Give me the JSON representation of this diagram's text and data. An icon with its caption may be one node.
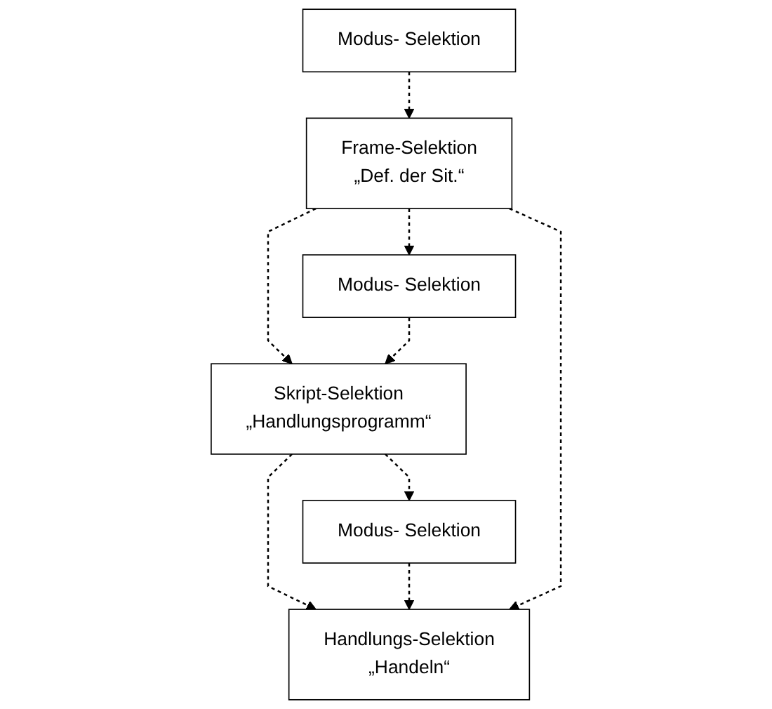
{
  "diagram": {
    "nodes": [
      {
        "text": [
          "Modus- Selektion"
        ]
      },
      {
        "text": [
          "Frame-Selektion",
          "„Def. der Sit.“"
        ]
      },
      {
        "text": [
          "Modus- Selektion"
        ]
      },
      {
        "text": [
          "Skript-Selektion",
          "„Handlungsprogramm“"
        ]
      },
      {
        "text": [
          "Modus- Selektion"
        ]
      },
      {
        "text": [
          "Handlungs-Selektion",
          "„Handeln“"
        ]
      }
    ],
    "edges": [
      {
        "from": 0,
        "to": 1,
        "arrow": "to",
        "style": "dashed"
      },
      {
        "from": 1,
        "to": 2,
        "arrow": "to",
        "style": "dashed"
      },
      {
        "from": 1,
        "to": 3,
        "arrow": "to",
        "style": "dashed"
      },
      {
        "from": 2,
        "to": 3,
        "arrow": "to",
        "style": "dashed"
      },
      {
        "from": 3,
        "to": 4,
        "arrow": "to",
        "style": "dashed"
      },
      {
        "from": 3,
        "to": 5,
        "arrow": "to",
        "style": "dashed"
      },
      {
        "from": 4,
        "to": 5,
        "arrow": "to",
        "style": "dashed"
      },
      {
        "from": 1,
        "to": 5,
        "arrow": "to",
        "style": "dashed"
      }
    ]
  }
}
